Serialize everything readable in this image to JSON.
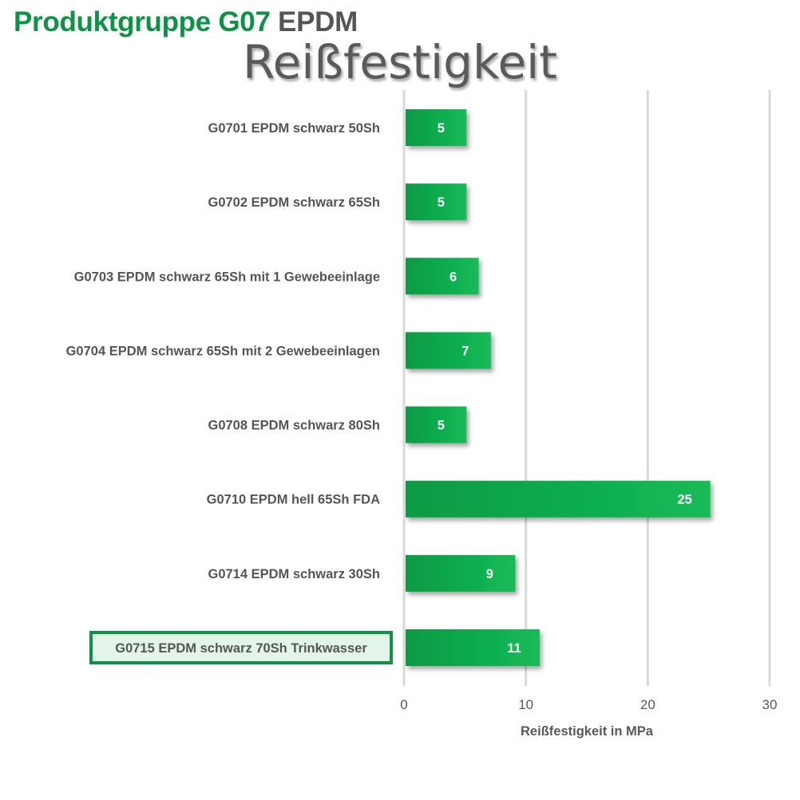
{
  "header": {
    "group": "Produktgruppe G07",
    "material": "EPDM"
  },
  "colors": {
    "bar": "#0fab4c",
    "bar_light": "#13b755",
    "highlight_border": "#0a9443",
    "highlight_fill": "#e3f5e9",
    "grid": "#d9d9d9",
    "text": "#555555"
  },
  "chart_data": {
    "type": "bar",
    "orientation": "horizontal",
    "title": "Reißfestigkeit",
    "xlabel": "Reißfestigkeit in MPa",
    "ylabel": "",
    "xlim": [
      0,
      30
    ],
    "ticks": [
      "0",
      "10",
      "20",
      "30"
    ],
    "grid": true,
    "categories": [
      "G0701 EPDM schwarz 50Sh",
      "G0702 EPDM schwarz 65Sh",
      "G0703 EPDM schwarz 65Sh mit 1 Gewebeeinlage",
      "G0704 EPDM schwarz 65Sh mit 2 Gewebeeinlagen",
      "G0708 EPDM schwarz 80Sh",
      "G0710 EPDM hell 65Sh FDA",
      "G0714 EPDM schwarz 30Sh",
      "G0715 EPDM schwarz 70Sh Trinkwasser"
    ],
    "values": [
      5,
      5,
      6,
      7,
      5,
      25,
      9,
      11
    ],
    "highlighted_category": "G0715 EPDM schwarz 70Sh Trinkwasser"
  }
}
